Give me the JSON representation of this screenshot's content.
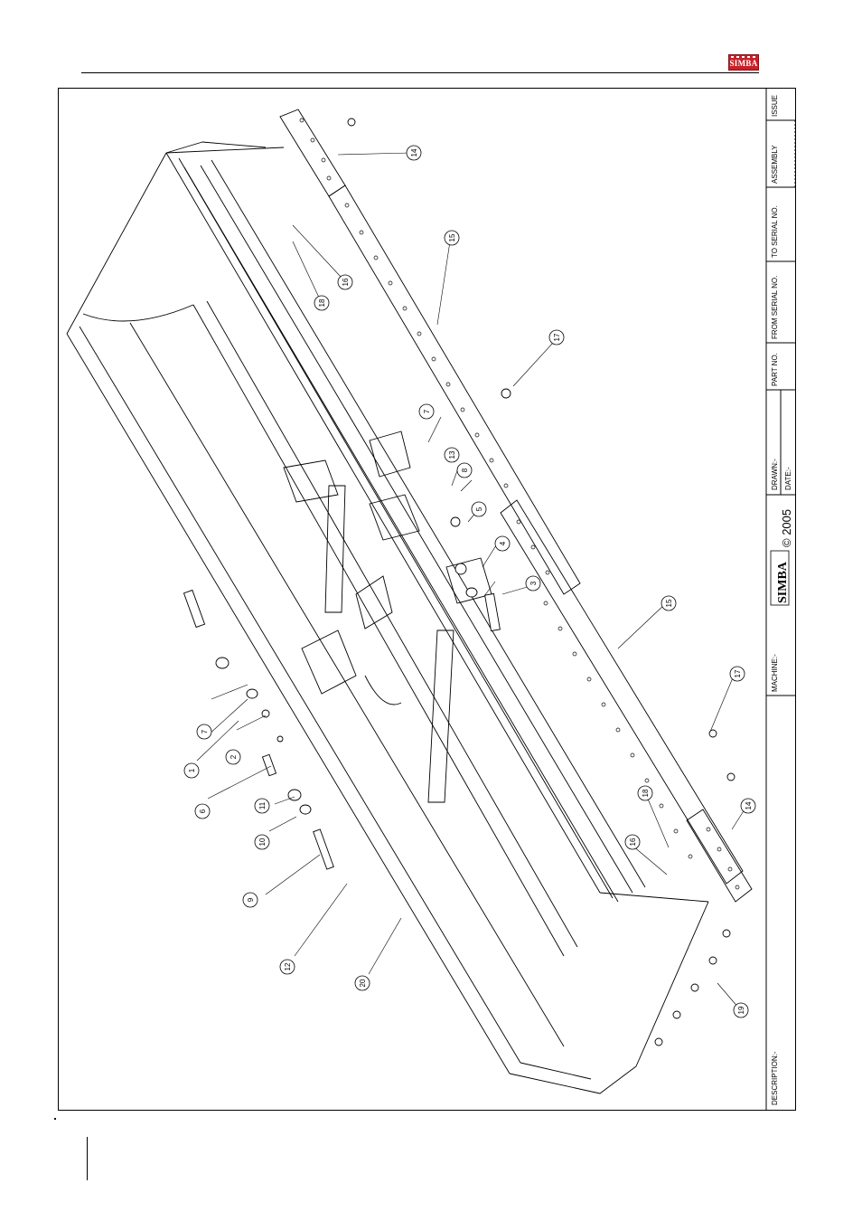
{
  "title_block": {
    "description_label": "DESCRIPTION:-",
    "machine_label": "MACHINE:-",
    "drawn_label": "DRAWN:-",
    "date_label": "DATE:-",
    "part_no_label": "PART NO.",
    "from_serial_label": "FROM SERIAL NO.",
    "to_serial_label": "TO SERIAL NO.",
    "assembly_label": "ASSEMBLY",
    "issue_label": "ISSUE",
    "copyright": "© 2005",
    "brand": "SIMBA"
  },
  "header": {
    "logo_text": "SIMBA"
  },
  "callouts": {
    "c1": "1",
    "c2": "2",
    "c3": "3",
    "c4": "4",
    "c5": "5",
    "c6": "6",
    "c7a": "7",
    "c7b": "7",
    "c8": "8",
    "c9": "9",
    "c10": "10",
    "c11": "11",
    "c12": "12",
    "c13": "13",
    "c14a": "14",
    "c14b": "14",
    "c15a": "15",
    "c15b": "15",
    "c16a": "16",
    "c16b": "16",
    "c17a": "17",
    "c17b": "17",
    "c18a": "18",
    "c18b": "18",
    "c19": "19",
    "c20": "20"
  }
}
